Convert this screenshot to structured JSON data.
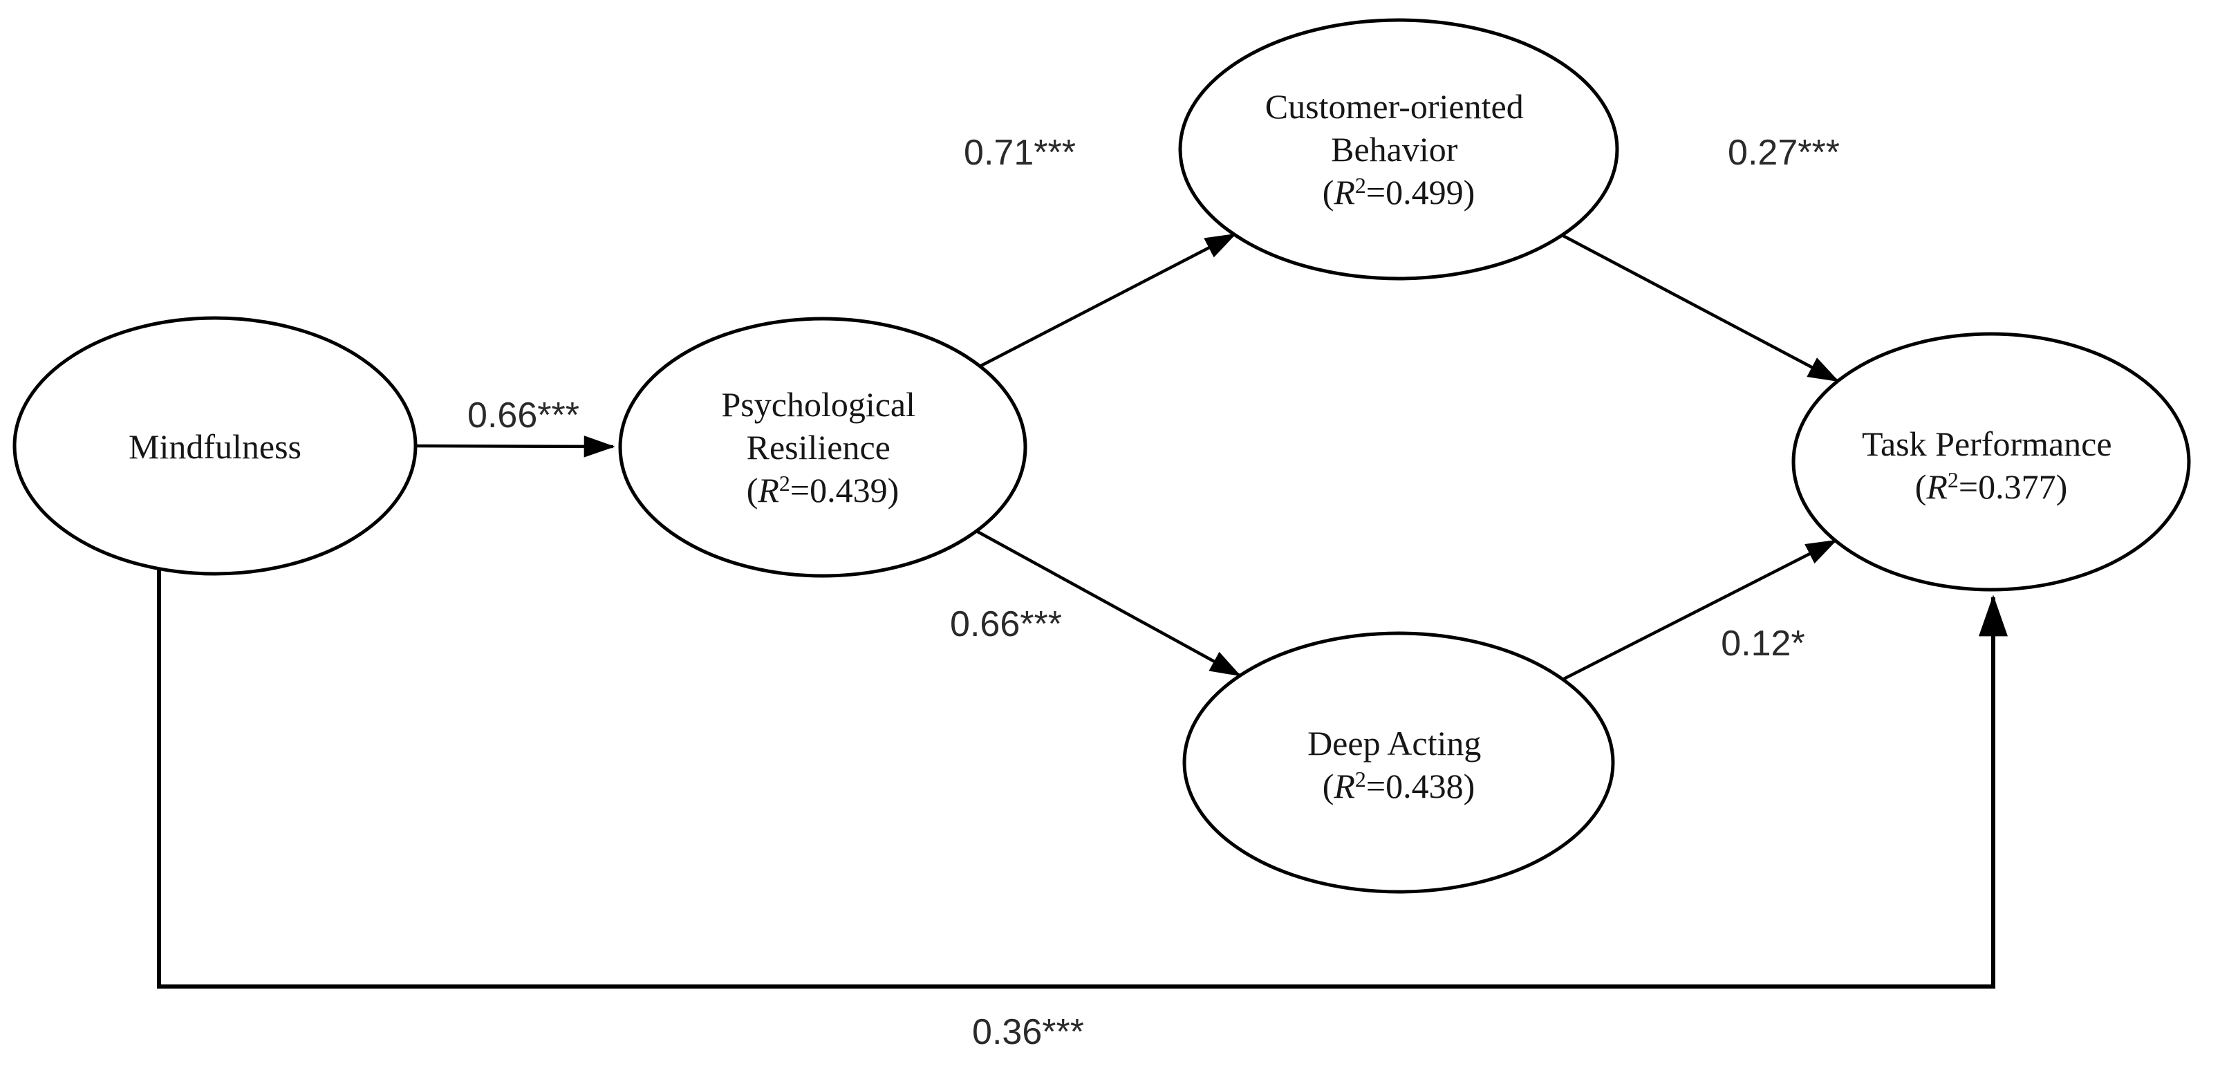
{
  "figure": {
    "kind": "structural-equation-path-model",
    "colors": {
      "stroke": "#000000",
      "text": "#161616",
      "background": "#ffffff"
    },
    "nodes": [
      {
        "id": "mindfulness",
        "lines": [
          "Mindfulness"
        ]
      },
      {
        "id": "psychological-resilience",
        "lines": [
          "Psychological",
          "Resilience"
        ],
        "r2_paren": "(",
        "r2_letter": "R",
        "r2_sup": "2",
        "r2_rest": "=0.439)"
      },
      {
        "id": "customer-oriented-behavior",
        "lines": [
          "Customer-oriented",
          "Behavior"
        ],
        "r2_paren": "(",
        "r2_letter": "R",
        "r2_sup": "2",
        "r2_rest": "=0.499)"
      },
      {
        "id": "deep-acting",
        "lines": [
          "Deep Acting"
        ],
        "r2_paren": "(",
        "r2_letter": "R",
        "r2_sup": "2",
        "r2_rest": "=0.438)"
      },
      {
        "id": "task-performance",
        "lines": [
          "Task Performance"
        ],
        "r2_paren": "(",
        "r2_letter": "R",
        "r2_sup": "2",
        "r2_rest": "=0.377)"
      }
    ],
    "edges": [
      {
        "from": "mindfulness",
        "to": "psychological-resilience",
        "label": "0.66***"
      },
      {
        "from": "psychological-resilience",
        "to": "customer-oriented-behavior",
        "label": "0.71***"
      },
      {
        "from": "customer-oriented-behavior",
        "to": "task-performance",
        "label": "0.27***"
      },
      {
        "from": "psychological-resilience",
        "to": "deep-acting",
        "label": "0.66***"
      },
      {
        "from": "deep-acting",
        "to": "task-performance",
        "label": "0.12*"
      },
      {
        "from": "mindfulness",
        "to": "task-performance",
        "label": "0.36***"
      }
    ]
  }
}
